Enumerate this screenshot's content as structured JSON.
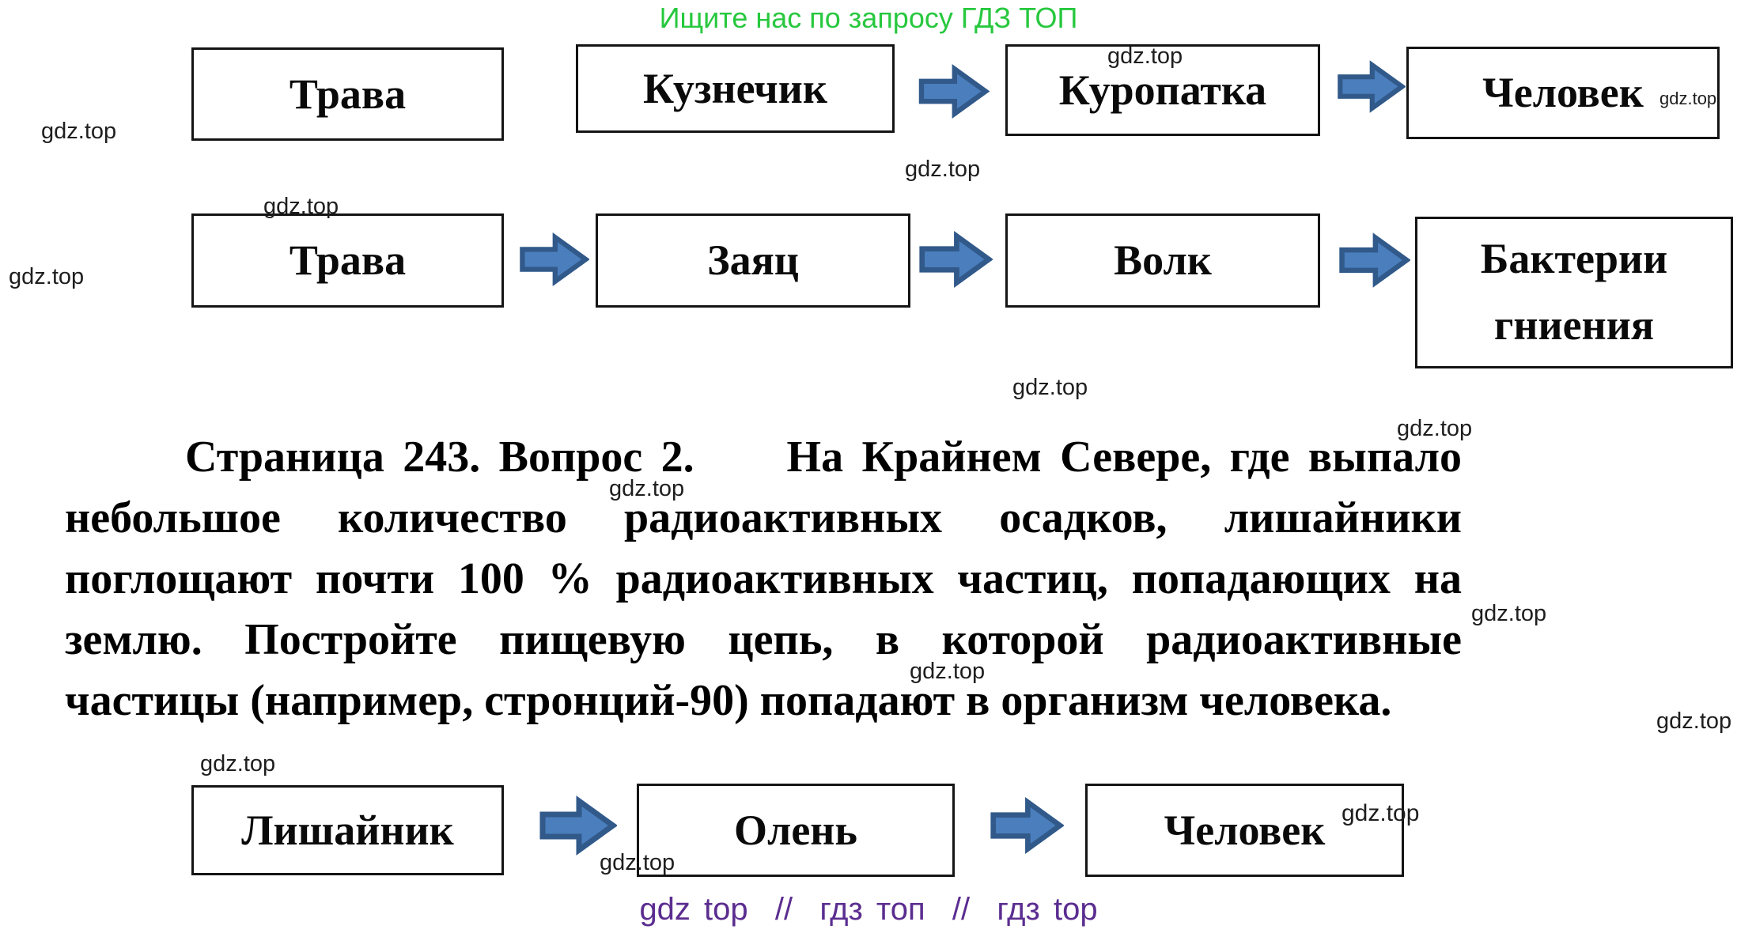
{
  "header": {
    "promo_text": "Ищите нас по запросу ГДЗ ТОП"
  },
  "watermark": {
    "text": "gdz.top"
  },
  "chains": [
    {
      "boxes": [
        {
          "label": "Трава"
        },
        {
          "label": "Кузнечик"
        },
        {
          "label": "Куропатка"
        },
        {
          "label": "Человек"
        }
      ]
    },
    {
      "boxes": [
        {
          "label": "Трава"
        },
        {
          "label": "Заяц"
        },
        {
          "label": "Волк"
        },
        {
          "label": "Бактерии гниения"
        }
      ]
    },
    {
      "boxes": [
        {
          "label": "Лишайник"
        },
        {
          "label": "Олень"
        },
        {
          "label": "Человек"
        }
      ]
    }
  ],
  "question": {
    "lines": [
      "Страница 243. Вопрос 2.     На Крайнем Севере, где выпало",
      "небольшое количество радиоактивных осадков, лишайники",
      "поглощают почти 100 % радиоактивных частиц, попадающих на",
      "землю. Постройте пищевую цепь, в которой радиоактивные",
      "частицы (например, стронций-90) попадают в организм человека."
    ]
  },
  "footer": {
    "text": "gdz top  //  гдз топ  //  гдз top"
  },
  "colors": {
    "green": "#27c83e",
    "purple": "#5b2d90",
    "arrow_fill": "#4a7ebc",
    "arrow_stroke": "#31598a"
  }
}
